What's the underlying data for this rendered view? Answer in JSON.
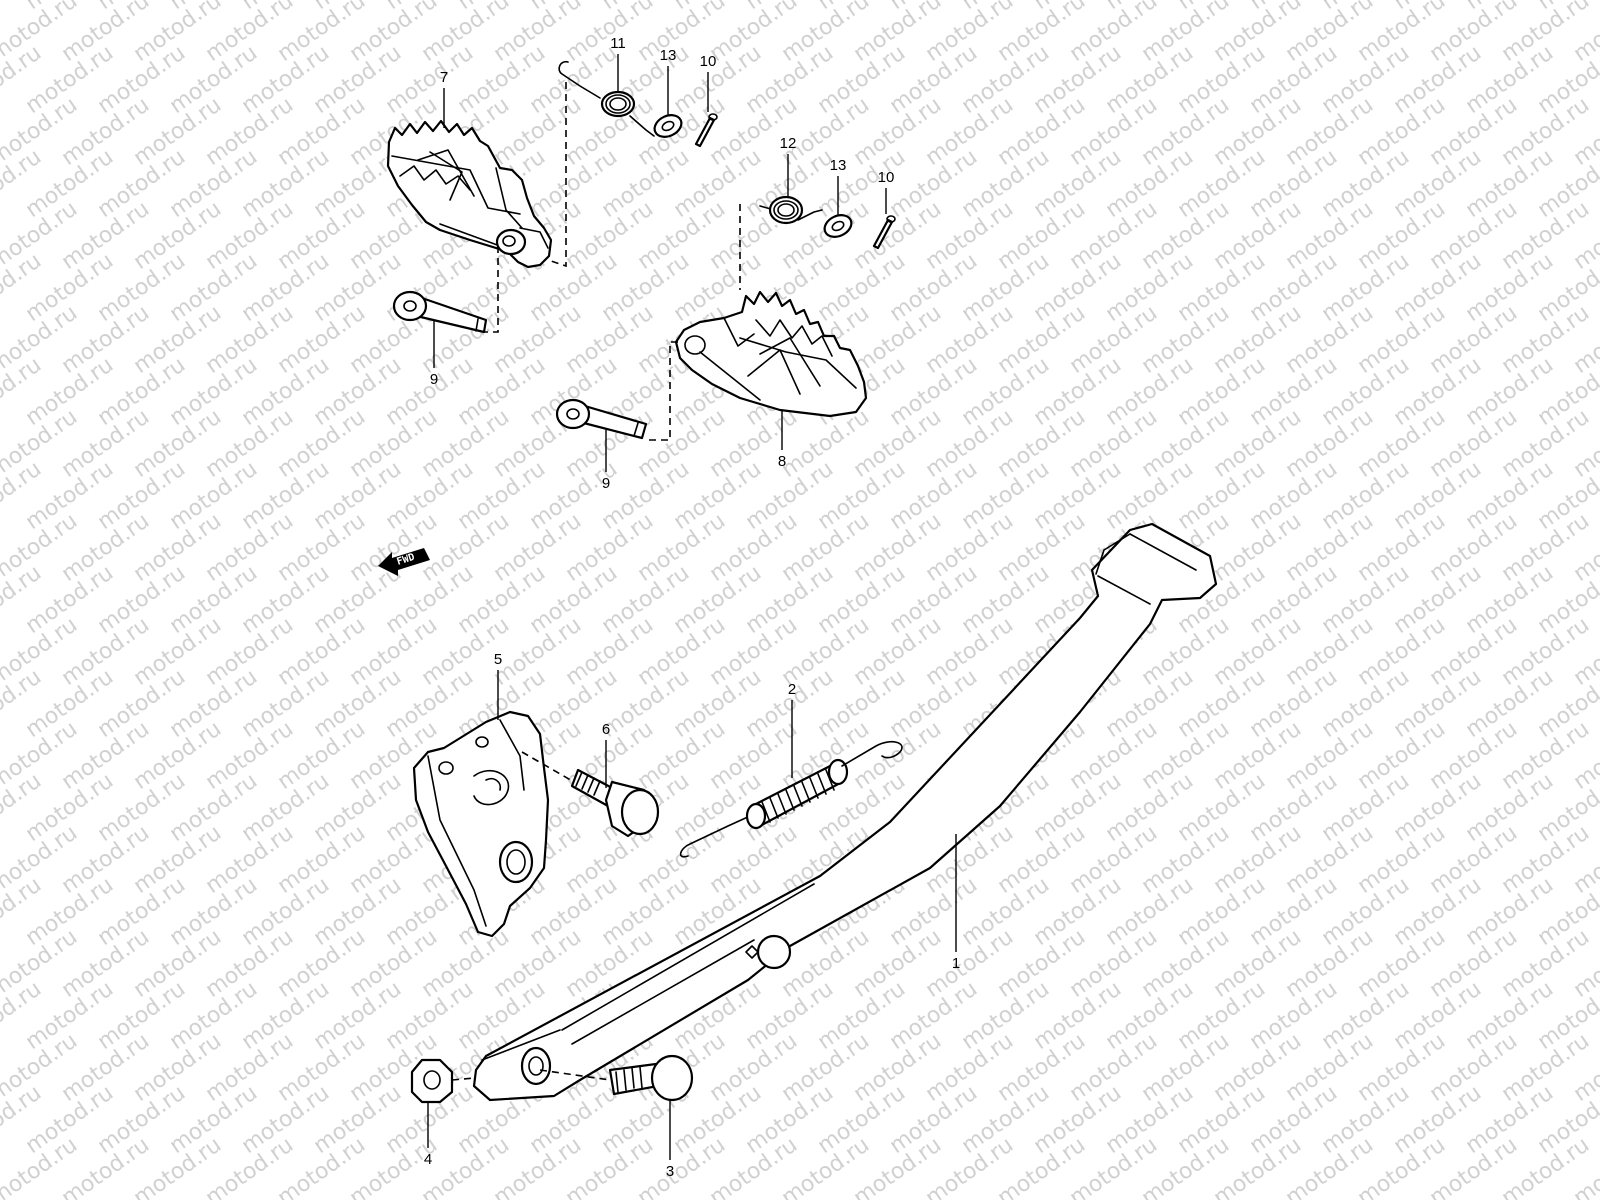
{
  "watermark": {
    "text": "motod.ru",
    "color": "#d0d0d0"
  },
  "fwd_marker": {
    "label": "FWD",
    "icon": "fwd-arrow-icon"
  },
  "callouts": {
    "c1": "1",
    "c2": "2",
    "c3": "3",
    "c4": "4",
    "c5": "5",
    "c6": "6",
    "c7": "7",
    "c8": "8",
    "c9a": "9",
    "c9b": "9",
    "c10a": "10",
    "c10b": "10",
    "c11": "11",
    "c12": "12",
    "c13a": "13",
    "c13b": "13"
  },
  "parts": [
    {
      "ref": "1",
      "icon": "side-stand-icon"
    },
    {
      "ref": "2",
      "icon": "stand-spring-icon"
    },
    {
      "ref": "3",
      "icon": "pivot-bolt-icon"
    },
    {
      "ref": "4",
      "icon": "nut-icon"
    },
    {
      "ref": "5",
      "icon": "stand-bracket-icon"
    },
    {
      "ref": "6",
      "icon": "bracket-bolt-icon"
    },
    {
      "ref": "7",
      "icon": "footrest-left-icon"
    },
    {
      "ref": "8",
      "icon": "footrest-right-icon"
    },
    {
      "ref": "9",
      "icon": "footrest-pin-icon"
    },
    {
      "ref": "10",
      "icon": "cotter-pin-icon"
    },
    {
      "ref": "11",
      "icon": "footrest-spring-icon"
    },
    {
      "ref": "12",
      "icon": "footrest-spring-icon"
    },
    {
      "ref": "13",
      "icon": "washer-icon"
    }
  ]
}
